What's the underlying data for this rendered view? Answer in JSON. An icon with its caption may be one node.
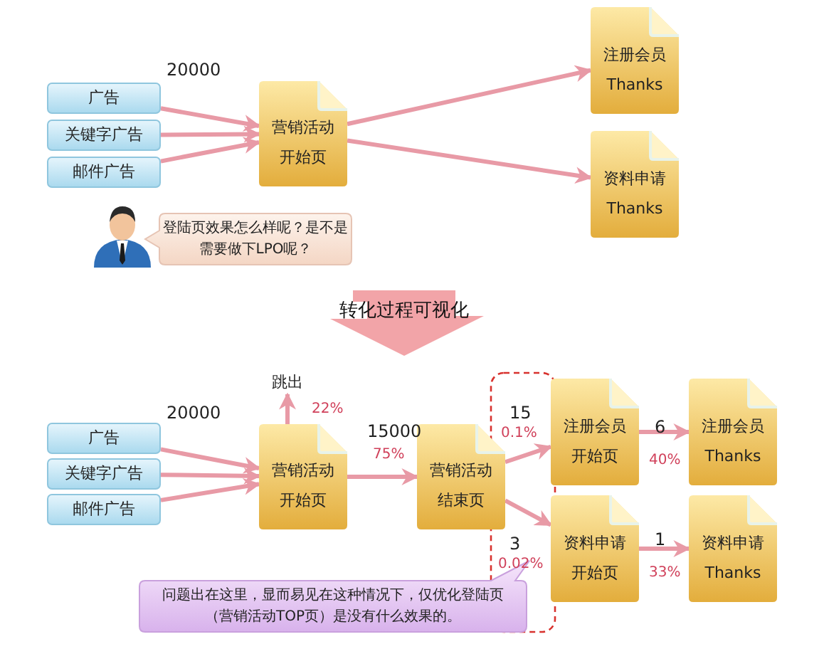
{
  "diagram": {
    "nodes": [
      {
        "text": [
          "广告"
        ]
      },
      {
        "text": [
          "关键字广告"
        ]
      },
      {
        "text": [
          "邮件广告"
        ]
      },
      {
        "text": [
          "营销活动开始页"
        ]
      },
      {
        "text": [
          "注册会员Thanks"
        ]
      },
      {
        "text": [
          "资料申请Thanks"
        ]
      },
      {
        "text": [
          "登陆页效果怎么样呢？是不是需要做下LPO呢？"
        ]
      },
      {
        "text": [
          "转化过程可视化"
        ]
      },
      {
        "text": [
          "广告"
        ]
      },
      {
        "text": [
          "关键字广告"
        ]
      },
      {
        "text": [
          "邮件广告"
        ]
      },
      {
        "text": [
          "营销活动开始页"
        ]
      },
      {
        "text": [
          "跳出"
        ]
      },
      {
        "text": [
          "营销活动结束页"
        ]
      },
      {
        "text": [
          "注册会员开始页"
        ]
      },
      {
        "text": [
          "资料申请开始页"
        ]
      },
      {
        "text": [
          "注册会员Thanks"
        ]
      },
      {
        "text": [
          "资料申请Thanks"
        ]
      },
      {
        "text": [
          "问题出在这里，显而易见在这种情况下，仅优化登陆页（营销活动TOP页）是没有什么效果的。"
        ]
      }
    ],
    "edges": [
      {
        "from": 0,
        "to": 3,
        "arrow": "to",
        "label": "20000"
      },
      {
        "from": 1,
        "to": 3,
        "arrow": "to"
      },
      {
        "from": 2,
        "to": 3,
        "arrow": "to"
      },
      {
        "from": 3,
        "to": 4,
        "arrow": "to"
      },
      {
        "from": 3,
        "to": 5,
        "arrow": "to"
      },
      {
        "from": 8,
        "to": 11,
        "arrow": "to",
        "label": "20000"
      },
      {
        "from": 9,
        "to": 11,
        "arrow": "to"
      },
      {
        "from": 10,
        "to": 11,
        "arrow": "to"
      },
      {
        "from": 11,
        "to": 12,
        "arrow": "to",
        "label": "22%"
      },
      {
        "from": 11,
        "to": 13,
        "arrow": "to",
        "label": "15000"
      },
      {
        "from": 13,
        "to": 14,
        "arrow": "to",
        "label": "15"
      },
      {
        "from": 13,
        "to": 15,
        "arrow": "to",
        "label": "3"
      },
      {
        "from": 14,
        "to": 16,
        "arrow": "to",
        "label": "6"
      },
      {
        "from": 15,
        "to": 17,
        "arrow": "to",
        "label": "1"
      }
    ],
    "labels": [
      "75%",
      "0.1%",
      "40%",
      "0.02%",
      "33%"
    ]
  }
}
